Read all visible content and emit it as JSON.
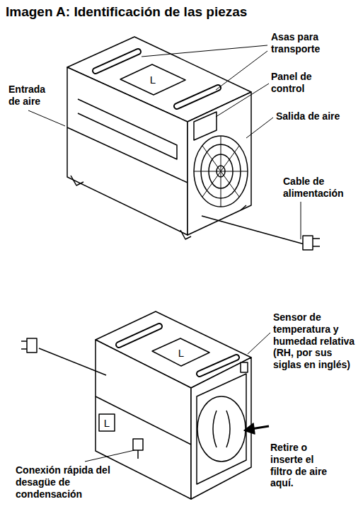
{
  "diagram": {
    "title": "Imagen A: Identificación de las piezas",
    "labels": [
      "Asas para transporte",
      "Panel de control",
      "Entrada de aire",
      "Salida de aire",
      "L",
      "Cable de alimentación",
      "Sensor de temperatura y humedad relativa (RH, por sus siglas en inglés)",
      "L",
      "Retire o inserte el filtro de aire aquí.",
      "L",
      "Conexión rápida del desagüe de condensación"
    ]
  }
}
